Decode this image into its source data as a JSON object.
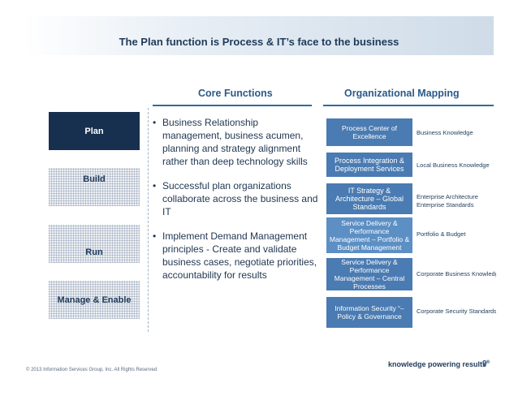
{
  "title": "The Plan function is Process & IT’s face to the business",
  "headers": {
    "core": "Core Functions",
    "mapping": "Organizational Mapping"
  },
  "functions": [
    "Plan",
    "Build",
    "Run",
    "Manage & Enable"
  ],
  "bullets": [
    "Business Relationship management, business acumen, planning and strategy alignment rather than deep technology skills",
    "Successful plan organizations collaborate across the business and IT",
    "Implement Demand Management principles - Create and validate business cases, negotiate priorities, accountability for results"
  ],
  "mapping": [
    {
      "box": "Process Center of Excellence",
      "label": "Business Knowledge"
    },
    {
      "box": "Process Integration & Deployment Services",
      "label": "Local Business Knowledge"
    },
    {
      "box": "IT Strategy & Architecture – Global Standards",
      "label": "Enterprise Architecture Enterprise Standards"
    },
    {
      "box": "Service Delivery & Performance Management – Portfolio & Budget Management",
      "label": "Portfolio & Budget"
    },
    {
      "box": "Service Delivery & Performance Management – Central Processes",
      "label": "Corporate Business Knowledge"
    },
    {
      "box": "Information Security “– Policy & Governance",
      "label": "Corporate Security Standards"
    }
  ],
  "footer": {
    "copyright": "© 2013 Information Services Group, Inc. All Rights Reserved",
    "brand": "knowledge powering results",
    "brand_mark": "®",
    "page": "9"
  },
  "colors": {
    "navy": "#17304f",
    "accent": "#2e6aa4",
    "box": "#4a7bb2"
  }
}
